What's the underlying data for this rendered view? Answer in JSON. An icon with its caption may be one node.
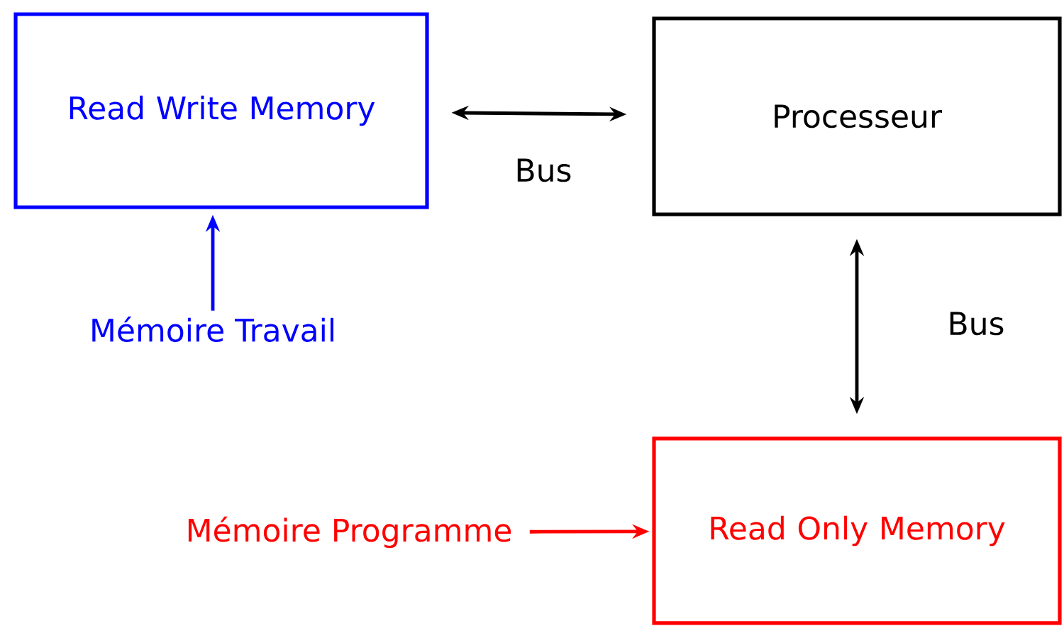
{
  "diagram": {
    "nodes": [
      {
        "text": [
          "Read Write Memory"
        ]
      },
      {
        "text": [
          "Processeur"
        ]
      },
      {
        "text": [
          "Read Only Memory"
        ]
      },
      {
        "text": [
          "Mémoire Travail"
        ]
      },
      {
        "text": [
          "Mémoire Programme"
        ]
      }
    ],
    "edges": [
      {
        "from": 0,
        "to": 1,
        "arrow": "both",
        "label": "Bus"
      },
      {
        "from": 1,
        "to": 2,
        "arrow": "both",
        "label": "Bus"
      },
      {
        "from": 3,
        "to": 0,
        "arrow": "to",
        "color": "#0000ff"
      },
      {
        "from": 4,
        "to": 2,
        "arrow": "to",
        "color": "#ff0000"
      }
    ]
  }
}
